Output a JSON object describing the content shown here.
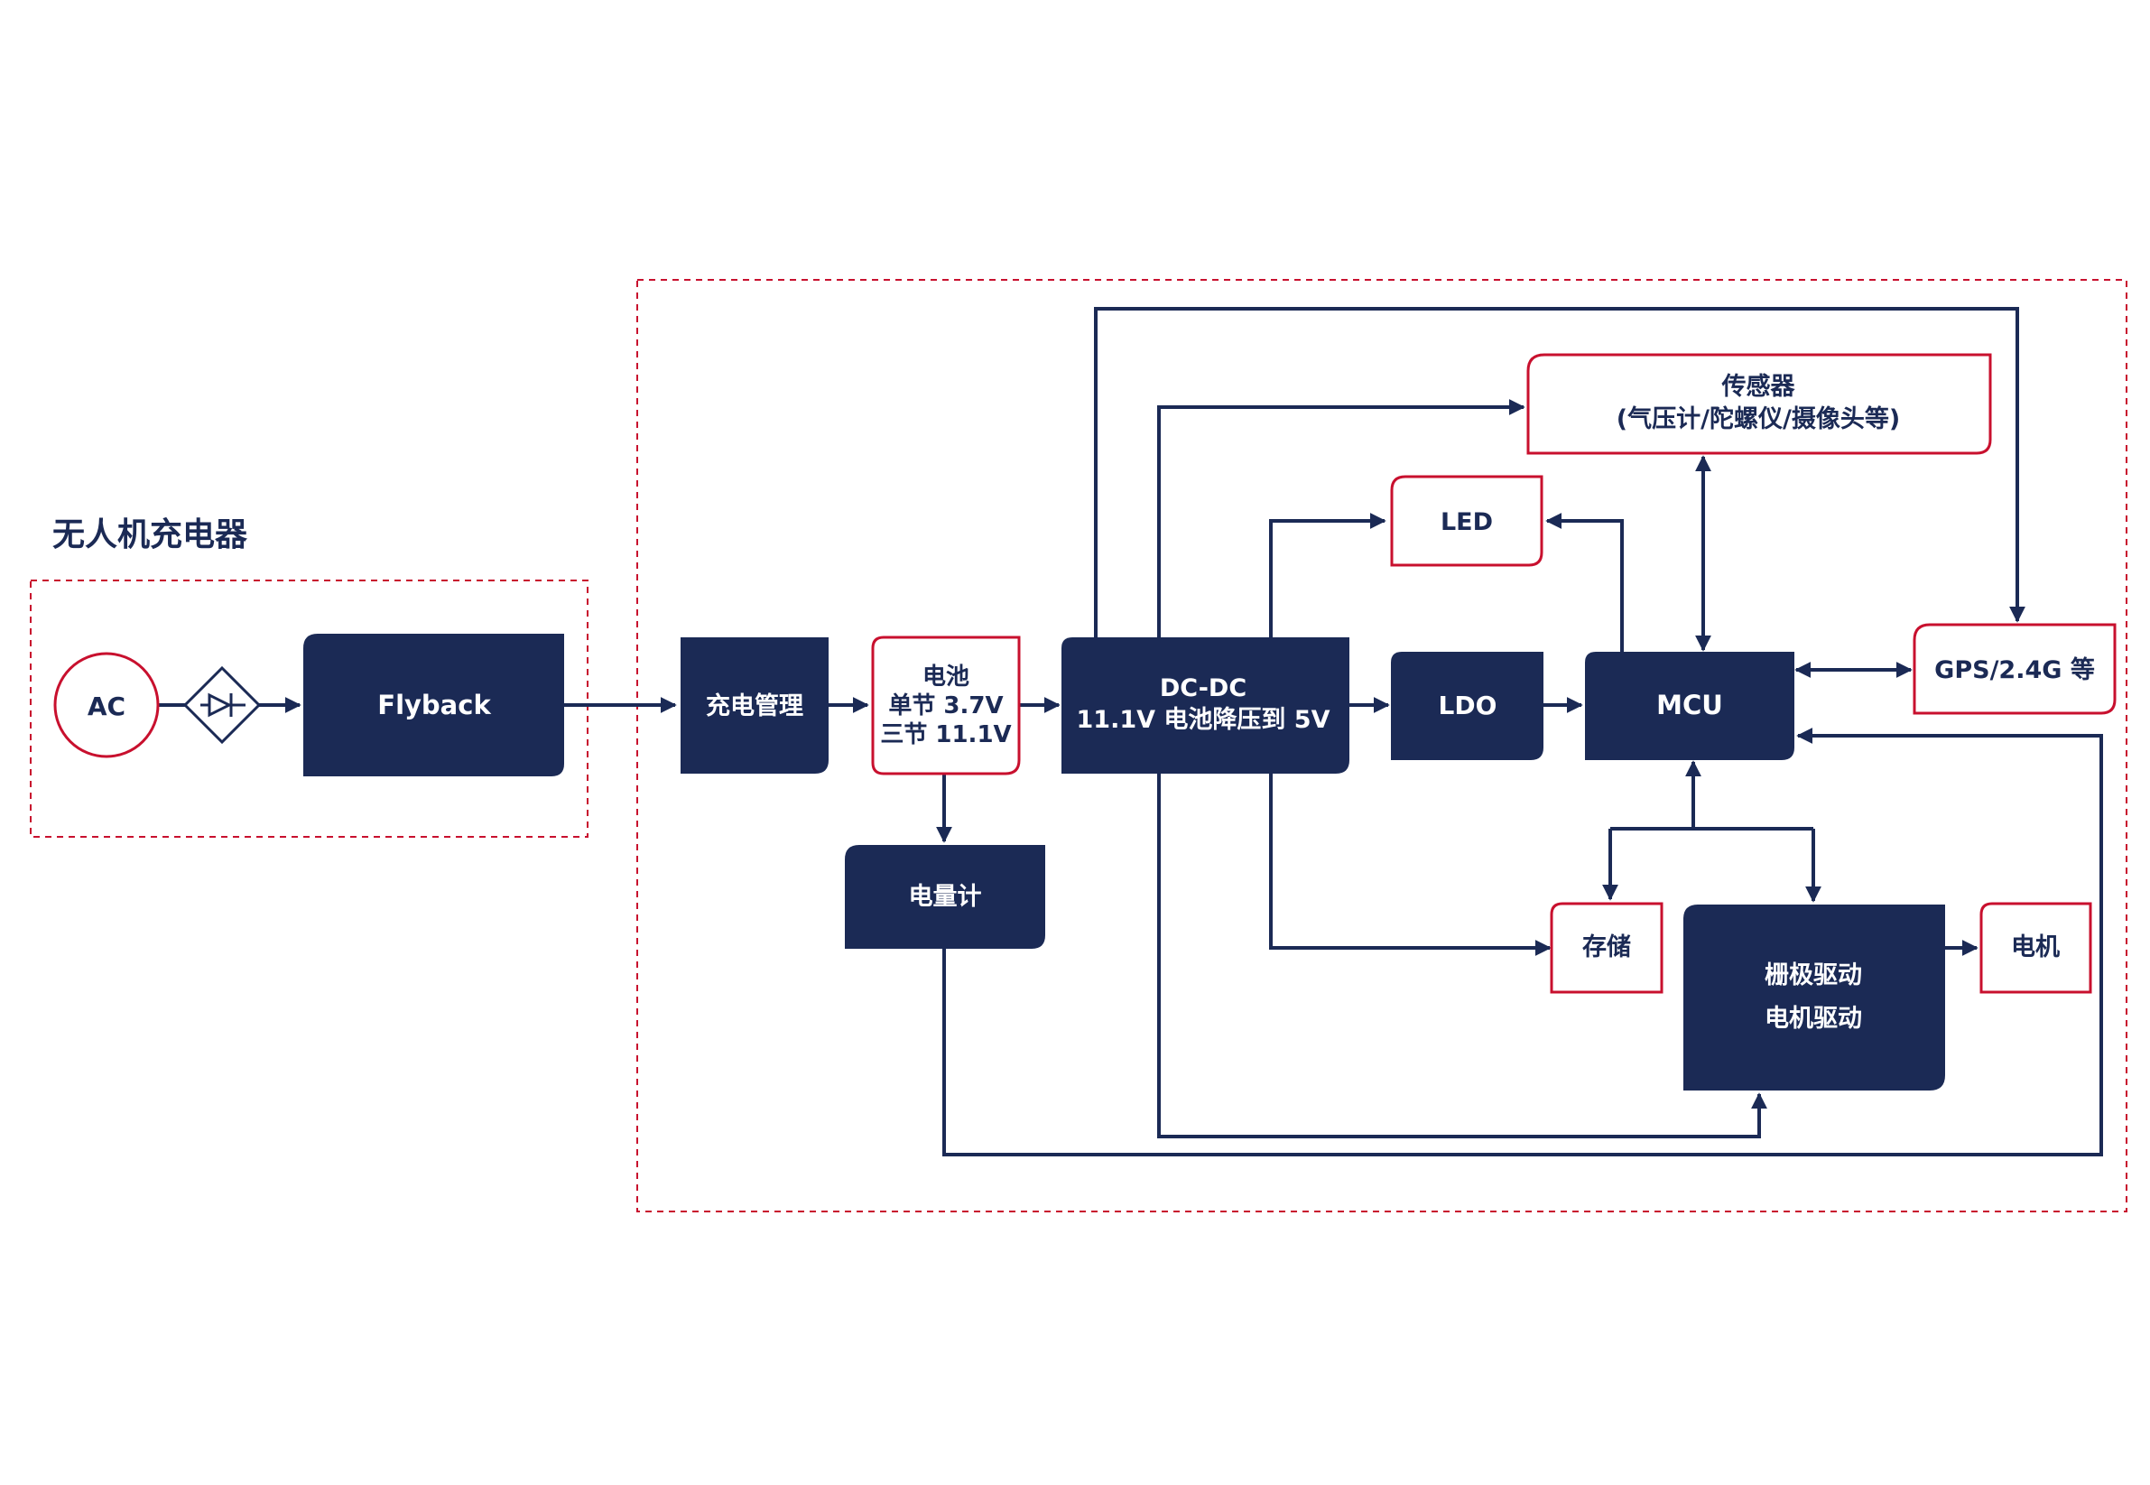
{
  "title": "无人机充电器",
  "nodes": {
    "ac": "AC",
    "flyback": "Flyback",
    "charge_mgmt": "充电管理",
    "battery": [
      "电池",
      "单节 3.7V",
      "三节 11.1V"
    ],
    "fuel_gauge": "电量计",
    "dcdc": [
      "DC-DC",
      "11.1V 电池降压到 5V"
    ],
    "ldo": "LDO",
    "mcu": "MCU",
    "led": "LED",
    "sensors": [
      "传感器",
      "(气压计/陀螺仪/摄像头等)"
    ],
    "gps": "GPS/2.4G 等",
    "storage": "存储",
    "driver": [
      "栅极驱动",
      "电机驱动"
    ],
    "motor": "电机"
  },
  "colors": {
    "navy": "#1b2a55",
    "red": "#c8102e",
    "white": "#ffffff"
  }
}
